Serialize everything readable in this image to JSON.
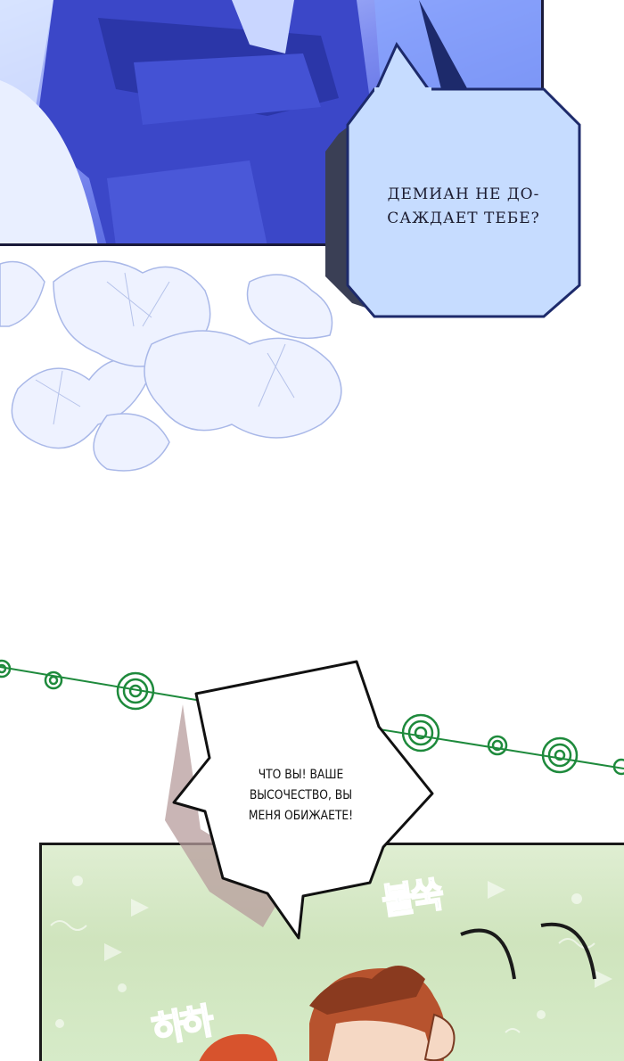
{
  "speech": {
    "bubble1": {
      "line1": "ДЕМИАН НЕ ДО-",
      "line2": "САЖДАЕТ ТЕБЕ?"
    },
    "bubble2": {
      "line1": "ЧТО ВЫ! ВАШЕ",
      "line2": "ВЫСОЧЕСТВО, ВЫ",
      "line3": "МЕНЯ ОБИЖАЕТЕ!"
    }
  },
  "sfx": {
    "top": "불쑥",
    "bottom": "하하"
  },
  "colors": {
    "blue_panel": "#5667e0",
    "bubble1_fill": "#c6dcff",
    "bubble1_border": "#1d2a6b",
    "vine": "#1e8a3c",
    "sfx": "#2e9e5b",
    "green_panel": "#d6ebc8"
  }
}
